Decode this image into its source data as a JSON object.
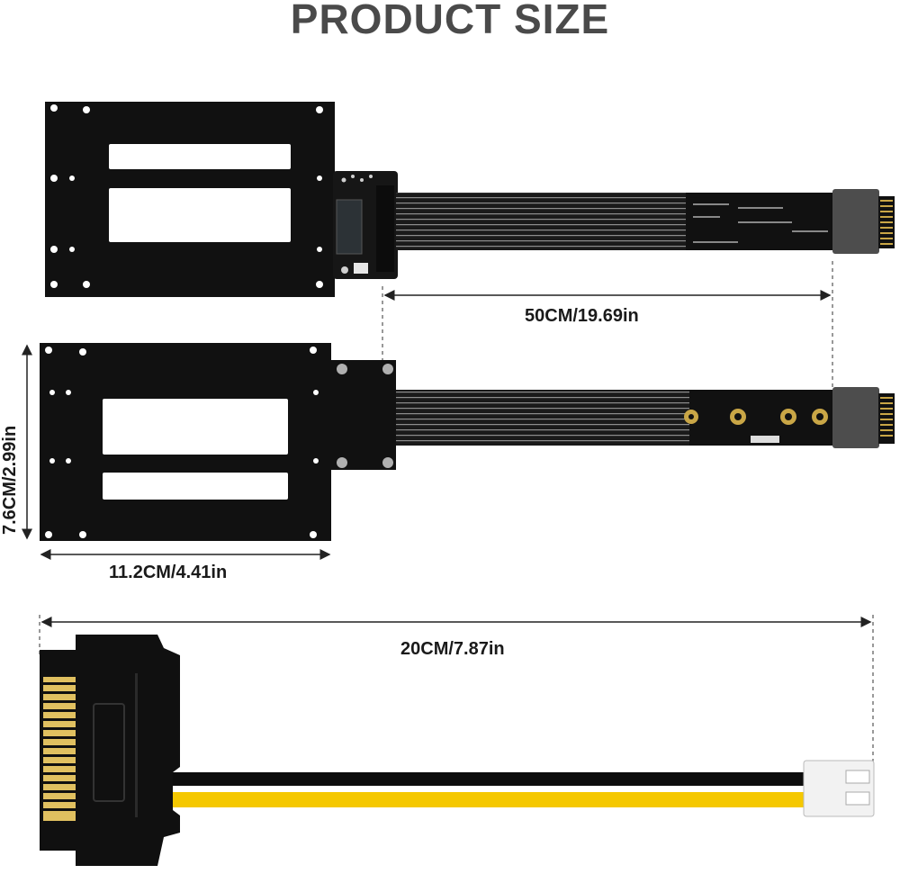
{
  "title": "PRODUCT SIZE",
  "dimensions": {
    "cable_length": "50CM/19.69in",
    "bracket_height": "7.6CM/2.99in",
    "bracket_width": "11.2CM/4.41in",
    "power_cable_length": "20CM/7.87in"
  },
  "colors": {
    "bracket": "#111111",
    "cable_stripe": "#9a9a9a",
    "connector_grey": "#4d4d4d",
    "gold": "#c9a646",
    "power_yellow": "#f5c800",
    "title_grey": "#4a4a4a"
  }
}
